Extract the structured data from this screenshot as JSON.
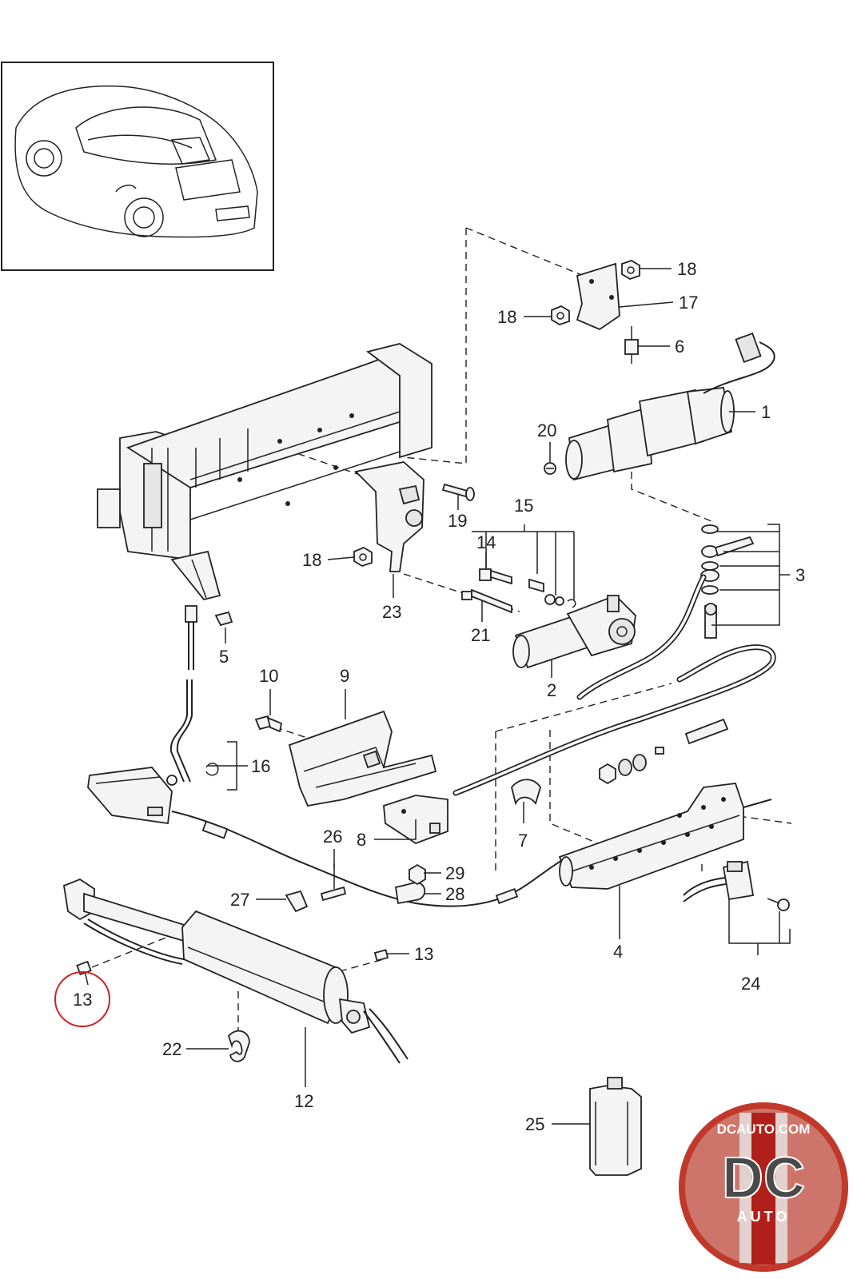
{
  "callouts": {
    "c1": "1",
    "c2": "2",
    "c3": "3",
    "c4": "4",
    "c5": "5",
    "c6": "6",
    "c7": "7",
    "c8": "8",
    "c9": "9",
    "c10": "10",
    "c12": "12",
    "c13a": "13",
    "c13b": "13",
    "c14": "14",
    "c15": "15",
    "c16": "16",
    "c17": "17",
    "c18a": "18",
    "c18b": "18",
    "c18c": "18",
    "c19": "19",
    "c20": "20",
    "c21": "21",
    "c22": "22",
    "c23": "23",
    "c24": "24",
    "c25": "25",
    "c26": "26",
    "c27": "27",
    "c28": "28",
    "c29": "29"
  },
  "highlight": {
    "label": "13",
    "color": "#cc2222"
  },
  "logo": {
    "top": "DCAUTO.COM",
    "main": "DC",
    "bottom": "AUTO",
    "colors": {
      "ring": "#c0392b",
      "stripe": "#b0201a",
      "letters": "#4a4a4a"
    }
  }
}
